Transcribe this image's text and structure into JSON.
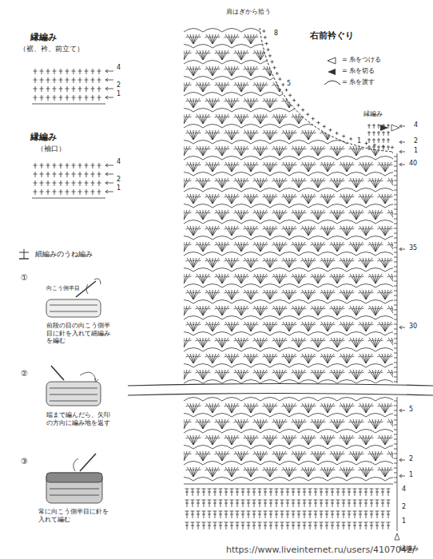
{
  "diagram": {
    "title": "右前衿ぐり",
    "labels": [
      "縁編み",
      "（裾、衿、前立て）",
      "4",
      "2",
      "1",
      "縁編み",
      "（袖口）",
      "4",
      "2",
      "1",
      "細編みのうね編み",
      "①",
      "向こう側半目",
      "前段の目の向こう側半目に針を入れて細編みを編む",
      "②",
      "端まで編んだら、矢印の方向に編み地を返す",
      "③",
      "常に向こう側半目に針を入れて編む",
      "肩はぎから拾う",
      "8",
      "5",
      "縁編み",
      "4",
      "2",
      "1",
      "1",
      "40",
      "35",
      "30",
      "5",
      "2",
      "1",
      "4",
      "2",
      "1",
      "縁編み",
      "https://www.liveinternet.ru/users/4107042/"
    ],
    "legend": [
      {
        "text": "= 糸をつける"
      },
      {
        "text": "= 糸を切る"
      },
      {
        "text": "= 糸を渡す"
      }
    ]
  }
}
